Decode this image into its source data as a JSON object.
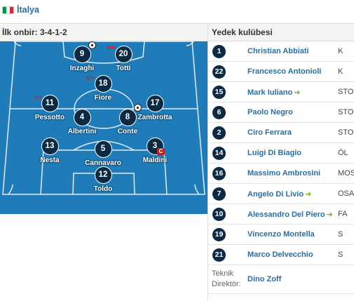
{
  "team": {
    "name": "İtalya",
    "flag_colors": [
      "#009246",
      "#ffffff",
      "#ce2b37"
    ]
  },
  "lineup": {
    "title": "İlk onbir: 3-4-1-2",
    "pitch_color": "#2785c1",
    "players": [
      {
        "number": "9",
        "name": "Inzaghi"
      },
      {
        "number": "20",
        "name": "Totti"
      },
      {
        "number": "18",
        "name": "Fiore"
      },
      {
        "number": "11",
        "name": "Pessotto"
      },
      {
        "number": "4",
        "name": "Albertini"
      },
      {
        "number": "8",
        "name": "Conte"
      },
      {
        "number": "17",
        "name": "Zambrotta"
      },
      {
        "number": "13",
        "name": "Nesta"
      },
      {
        "number": "5",
        "name": "Cannavaro"
      },
      {
        "number": "3",
        "name": "Maldini"
      },
      {
        "number": "12",
        "name": "Toldo"
      }
    ],
    "captain_badge": "C"
  },
  "bench": {
    "title": "Yedek kulübesi",
    "players": [
      {
        "number": "1",
        "name": "Christian Abbiati",
        "position": "K",
        "subbed_in": false
      },
      {
        "number": "22",
        "name": "Francesco Antonioli",
        "position": "K",
        "subbed_in": false
      },
      {
        "number": "15",
        "name": "Mark Iuliano",
        "position": "STO",
        "subbed_in": true
      },
      {
        "number": "6",
        "name": "Paolo Negro",
        "position": "STO",
        "subbed_in": false
      },
      {
        "number": "2",
        "name": "Ciro Ferrara",
        "position": "STO",
        "subbed_in": false
      },
      {
        "number": "14",
        "name": "Luigi Di Biagio",
        "position": "ÖL",
        "subbed_in": false
      },
      {
        "number": "16",
        "name": "Massimo Ambrosini",
        "position": "MOS",
        "subbed_in": false
      },
      {
        "number": "7",
        "name": "Angelo Di Livio",
        "position": "OSA",
        "subbed_in": true
      },
      {
        "number": "10",
        "name": "Alessandro Del Piero",
        "position": "FA",
        "subbed_in": true
      },
      {
        "number": "19",
        "name": "Vincenzo Montella",
        "position": "S",
        "subbed_in": false
      },
      {
        "number": "21",
        "name": "Marco Delvecchio",
        "position": "S",
        "subbed_in": false
      }
    ],
    "coach_label": "Teknik Direktör:",
    "coach_name": "Dino Zoff"
  }
}
